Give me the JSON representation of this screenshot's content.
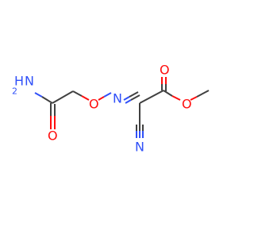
{
  "molecule": {
    "atoms": {
      "amide_n": "H2N",
      "amide_n_h": "H",
      "amide_n_n": "N",
      "amide_o": "O",
      "ether_o": "O",
      "oxime_n": "N",
      "nitrile_n": "N",
      "carbonyl_o": "O",
      "ester_o": "O"
    }
  },
  "colors": {
    "carbon_bond": "#404040",
    "nitrogen": "#3050F8",
    "oxygen": "#FF0D0D"
  }
}
